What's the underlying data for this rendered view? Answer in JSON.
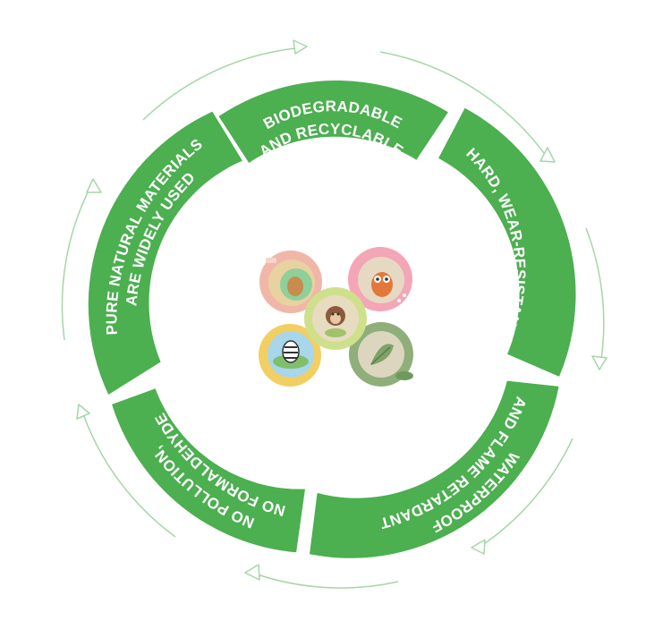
{
  "colors": {
    "ring_green": "#4caf50",
    "arrow_green": "#a5d6a7",
    "label_white": "#ffffff"
  },
  "segments": [
    {
      "id": "top",
      "lines": [
        "BIODEGRADABLE",
        "AND RECYCLABLE"
      ]
    },
    {
      "id": "right",
      "lines": [
        "HARD, WEAR-RESISTANT"
      ]
    },
    {
      "id": "bottom-right",
      "lines": [
        "WATERPROOF",
        "AND FLAME RETARDANT"
      ]
    },
    {
      "id": "bottom-left",
      "lines": [
        "NO POLLUTION,",
        "NO FORMALDEHYDE"
      ]
    },
    {
      "id": "left",
      "lines": [
        "PURE NATURAL MATERIALS",
        "ARE WIDELY USED"
      ]
    }
  ],
  "center_image": {
    "description_icon": "bamboo-kids-bowls-image",
    "bowls": [
      {
        "icon": "deer-bowl-icon",
        "rim": "#f0b7a8",
        "center": "#e8d2a0"
      },
      {
        "icon": "owl-bowl-icon",
        "rim": "#f3a6b5",
        "center": "#e6d9c4"
      },
      {
        "icon": "monkey-bowl-icon",
        "rim": "#cfe08c",
        "center": "#e8dcc0"
      },
      {
        "icon": "zebra-bowl-icon",
        "rim": "#f2cf62",
        "center": "#a8d6ea"
      },
      {
        "icon": "leaf-bowl-icon",
        "rim": "#8fae7a",
        "center": "#ddd6bf"
      }
    ]
  }
}
